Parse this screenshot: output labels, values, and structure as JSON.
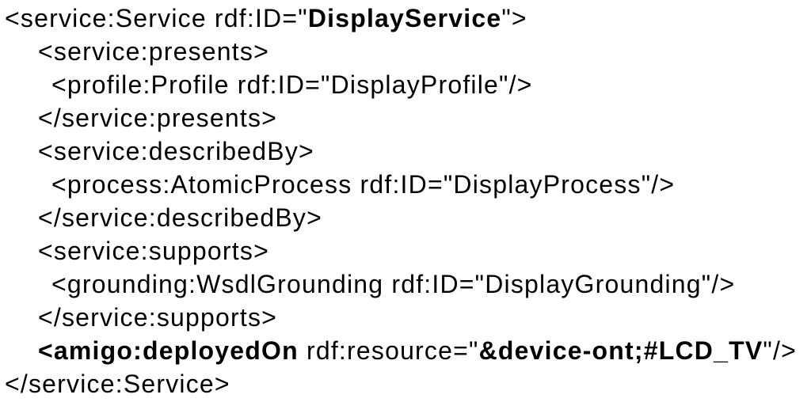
{
  "colors": {
    "background": "#ffffff",
    "text": "#000000"
  },
  "listing": {
    "language": "owl-s-rdf-xml",
    "lines": [
      {
        "indent": 0,
        "segments": [
          {
            "t": "<service:Service rdf:ID=\"",
            "b": false
          },
          {
            "t": "DisplayService",
            "b": true
          },
          {
            "t": "\">",
            "b": false
          }
        ]
      },
      {
        "indent": 1,
        "segments": [
          {
            "t": "<service:presents>",
            "b": false
          }
        ]
      },
      {
        "indent": 2,
        "segments": [
          {
            "t": "<profile:Profile rdf:ID=\"DisplayProfile\"/>",
            "b": false
          }
        ]
      },
      {
        "indent": 1,
        "segments": [
          {
            "t": "</service:presents>",
            "b": false
          }
        ]
      },
      {
        "indent": 1,
        "segments": [
          {
            "t": "<service:describedBy>",
            "b": false
          }
        ]
      },
      {
        "indent": 2,
        "segments": [
          {
            "t": "<process:AtomicProcess rdf:ID=\"DisplayProcess\"/>",
            "b": false
          }
        ]
      },
      {
        "indent": 1,
        "segments": [
          {
            "t": "</service:describedBy>",
            "b": false
          }
        ]
      },
      {
        "indent": 1,
        "segments": [
          {
            "t": "<service:supports>",
            "b": false
          }
        ]
      },
      {
        "indent": 2,
        "segments": [
          {
            "t": "<grounding:WsdlGrounding rdf:ID=\"DisplayGrounding\"/>",
            "b": false
          }
        ]
      },
      {
        "indent": 1,
        "segments": [
          {
            "t": "</service:supports>",
            "b": false
          }
        ]
      },
      {
        "indent": 1,
        "segments": [
          {
            "t": "<amigo:deployedOn",
            "b": true
          },
          {
            "t": " rdf:resource=\"",
            "b": false
          },
          {
            "t": "&device-ont;#LCD_TV",
            "b": true
          },
          {
            "t": "\"/>",
            "b": false
          }
        ]
      },
      {
        "indent": 0,
        "segments": [
          {
            "t": "</service:Service>",
            "b": false
          }
        ]
      }
    ]
  }
}
